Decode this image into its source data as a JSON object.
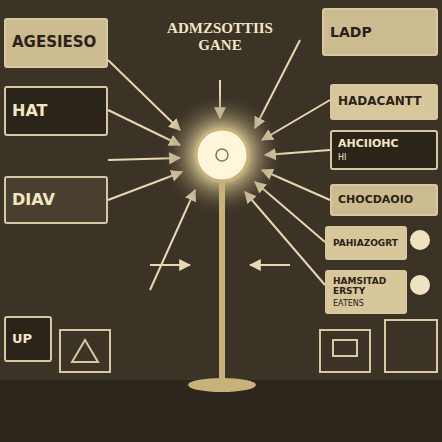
{
  "diagram": {
    "title": "ADMZSOTTIIS GANE",
    "nodes": [
      {
        "text": [
          "AGESIESO"
        ]
      },
      {
        "text": [
          "LADP"
        ]
      },
      {
        "text": [
          "HAT"
        ]
      },
      {
        "text": [
          "DIAV"
        ]
      },
      {
        "text": [
          "HADACANTT"
        ]
      },
      {
        "text": [
          "AHCIIOHC",
          "HI"
        ]
      },
      {
        "text": [
          "CHOCDAOIO"
        ]
      },
      {
        "text": [
          "PAHIAZOGRT"
        ]
      },
      {
        "text": [
          "HAMSITAD ERSTY",
          "EATENS"
        ]
      },
      {
        "text": [
          "UP"
        ]
      }
    ]
  }
}
